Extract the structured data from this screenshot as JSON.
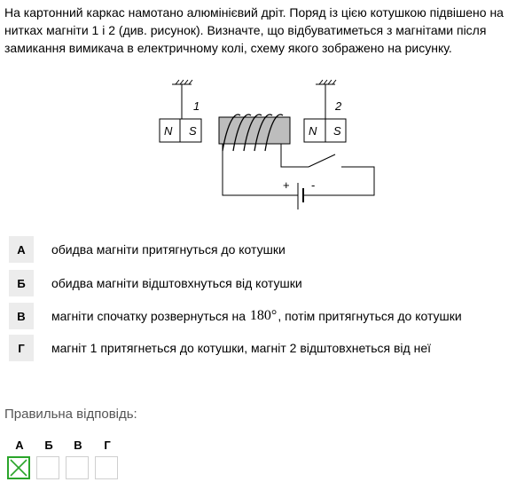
{
  "question": {
    "text": "На картонний каркас намотано алюмінієвий дріт. Поряд із цією котушкою підвішено на нитках магніти 1 і 2 (див. рисунок). Визначте, що відбуватиметься з магнітами після замикання вимикача в електричному колі, схему якого зображено на рисунку."
  },
  "diagram": {
    "magnet1_number": "1",
    "magnet2_number": "2",
    "magnet1_n": "N",
    "magnet1_s": "S",
    "magnet2_n": "N",
    "magnet2_s": "S",
    "battery_plus": "+",
    "battery_minus": "-"
  },
  "options": [
    {
      "letter": "А",
      "text": "обидва магніти притягнуться до котушки"
    },
    {
      "letter": "Б",
      "text": "обидва магніти відштовхнуться від котушки"
    },
    {
      "letter": "В",
      "text_before": "магніти спочатку розвернуться на ",
      "angle": "180°",
      "text_after": ", потім притягнуться до котушки"
    },
    {
      "letter": "Г",
      "text": "магніт 1 притягнеться до котушки, магніт 2 відштовхнеться від неї"
    }
  ],
  "answer": {
    "label": "Правильна відповідь:",
    "letters": [
      "А",
      "Б",
      "В",
      "Г"
    ],
    "selected_index": 0,
    "correct_color": "#2aa52a"
  }
}
